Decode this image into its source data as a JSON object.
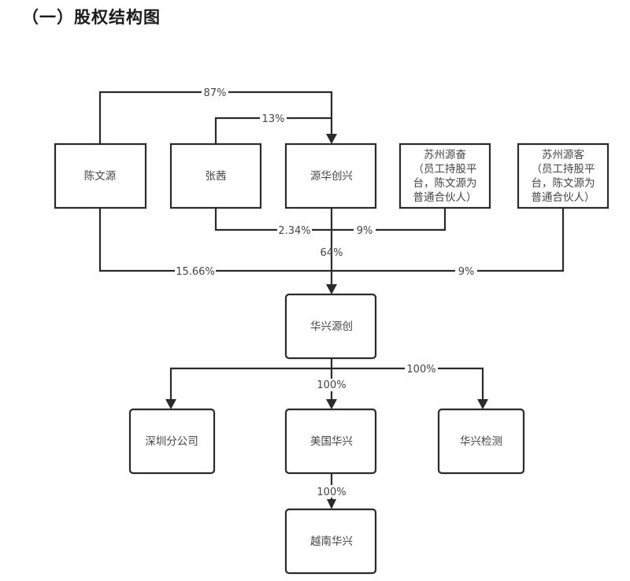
{
  "title": "（一）股权结构图",
  "nodes": {
    "chen_wenyuan": {
      "label": "陈文源"
    },
    "zhang_qian": {
      "label": "张茜"
    },
    "yuanhua_chuangxing": {
      "label": "源华创兴"
    },
    "suzhou_yuanfen": {
      "lines": [
        "苏州源奋",
        "（员工持股平",
        "台，陈文源为",
        "普通合伙人）"
      ]
    },
    "suzhou_yuanke": {
      "lines": [
        "苏州源客",
        "（员工持股平",
        "台，陈文源为",
        "普通合伙人）"
      ]
    },
    "huaxing_yuanchuang": {
      "label": "华兴源创"
    },
    "shenzhen_branch": {
      "label": "深圳分公司"
    },
    "us_huaxing": {
      "label": "美国华兴"
    },
    "huaxing_testing": {
      "label": "华兴检测"
    },
    "vietnam_huaxing": {
      "label": "越南华兴"
    }
  },
  "edges": {
    "chen_to_yuanhua": "87%",
    "zhang_to_yuanhua": "13%",
    "zhang_to_huaxing": "2.34%",
    "yuanfen_to_huaxing": "9%",
    "yuanhua_to_huaxing": "64%",
    "chen_to_huaxing": "15.66%",
    "yuanke_to_huaxing": "9%",
    "huaxing_to_testing": "100%",
    "huaxing_to_us": "100%",
    "us_to_vietnam": "100%"
  }
}
